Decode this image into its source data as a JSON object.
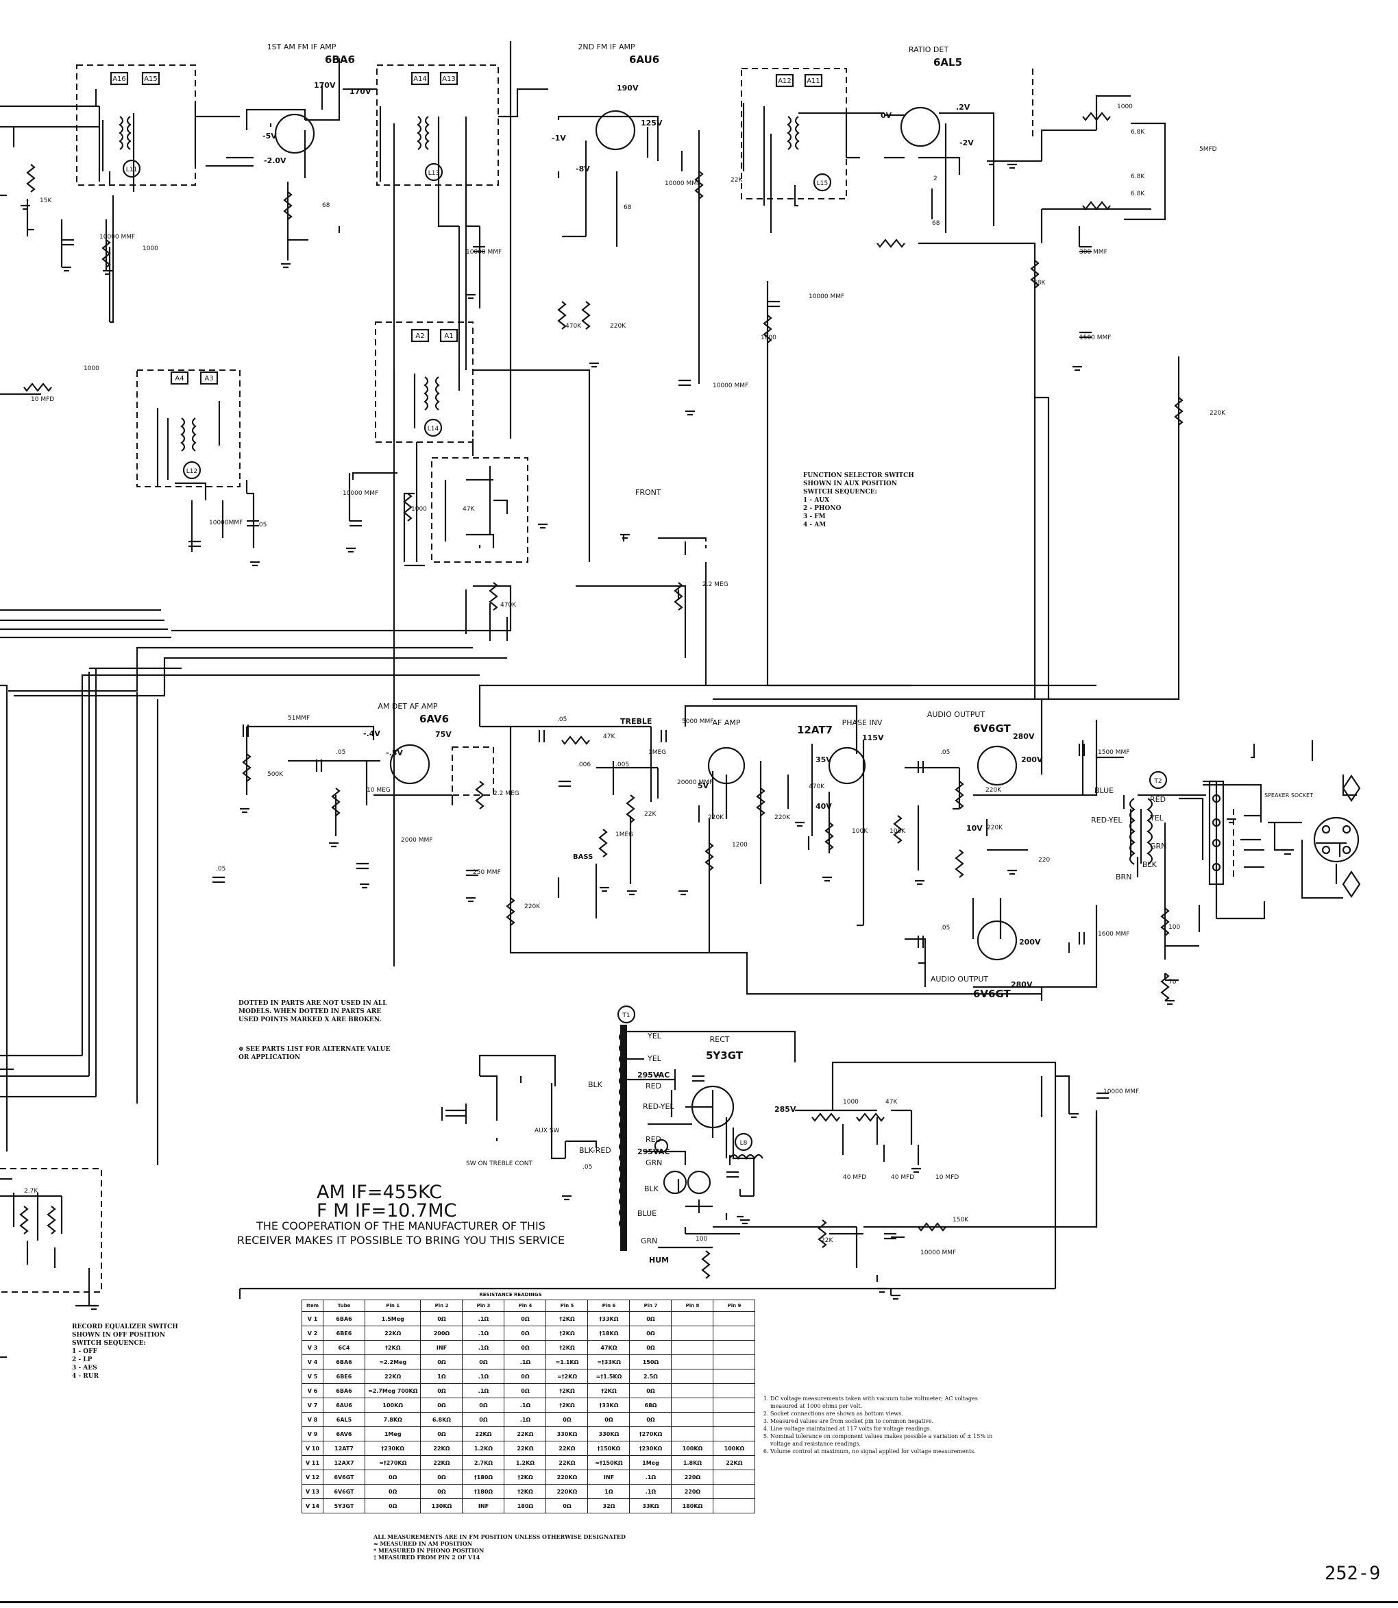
{
  "tubes": [
    {
      "id": "V6",
      "label": "1ST AM FM IF AMP",
      "type": "6BA6"
    },
    {
      "id": "V7",
      "label": "2ND FM IF AMP",
      "type": "6AU6"
    },
    {
      "id": "V8",
      "label": "RATIO DET",
      "type": "6AL5"
    },
    {
      "id": "V9",
      "label": "AM DET AF AMP",
      "type": "6AV6"
    },
    {
      "id": "V10",
      "label": "AF AMP",
      "type": "12AT7"
    },
    {
      "id": "V10b",
      "label": "PHASE INV",
      "type": ""
    },
    {
      "id": "V12",
      "label": "AUDIO OUTPUT",
      "type": "6V6GT"
    },
    {
      "id": "V13",
      "label": "AUDIO OUTPUT",
      "type": "6V6GT"
    },
    {
      "id": "V14",
      "label": "RECT",
      "type": "5Y3GT"
    }
  ],
  "transformers": {
    "t_top": [
      "A16",
      "A15",
      "A14",
      "A13",
      "A12",
      "A11"
    ],
    "t_mid": [
      "A4",
      "A3",
      "A2",
      "A1"
    ],
    "coils": [
      "L11",
      "L13",
      "L15",
      "L12",
      "L14",
      "L8",
      "T1",
      "T2"
    ]
  },
  "components": {
    "C10": "10000 MMF",
    "C12": "10000 MMF",
    "C31": "10000 MMF",
    "C32": "10000 MMF",
    "C33": "10000 MMF",
    "C34": "10000 MMF",
    "C35": "300 MMF",
    "C36": "1500 MMF",
    "C4": "5MFD",
    "C29": "10000 MMF",
    "C26": "10000MMF",
    "C28": ".05",
    "C38": "51MMF",
    "C39": ".05",
    "C40": "2000 MMF",
    "C41": "250 MMF",
    "C42": ".05",
    "C43": ".006",
    "C44": ".005",
    "C45": "5000 MMF",
    "C46": "20000 MMF",
    "C47": ".05",
    "C48": ".05",
    "C49": "1500 MMF",
    "C50": "1600 MMF",
    "C52": "10000 MMF",
    "C53": ".05",
    "C54": "10000 MMF",
    "C37": ".05",
    "R10": "15K",
    "R11": "1000",
    "R13": "1000",
    "R21": "68",
    "R25": "68",
    "R26": "22K",
    "R28": "68",
    "R29": "68K",
    "R30": "6.8K",
    "R31": "6.8K",
    "R32": "6.8K",
    "R33": "1000",
    "R34": "220K",
    "R35": "2.2 MEG",
    "R36": "470K",
    "R37": "47K",
    "R22": "1000",
    "R23": "470K",
    "R24": "220K",
    "R27": "1000",
    "R65": "2",
    "R3": "500K",
    "R38": "10 MEG",
    "R39": "2.2 MEG",
    "R40": "220K",
    "R41": "47K",
    "R42": "22K",
    "R43": "220K",
    "R44": "1200",
    "R45": "220K",
    "R46": "470K",
    "R47": "100K",
    "R48": "100K",
    "R55": "220K",
    "R56": "220K",
    "R57": "220",
    "R58": "100",
    "R59": "70",
    "R61": "150K",
    "R62": "22K",
    "R63": "47K",
    "R64": "1000",
    "R4": "100",
    "R1": "1MEG",
    "R2": "1MEG",
    "R20": "2.7K",
    "C2": "40 MFD",
    "C1": "40 MFD",
    "C1b": "10 MFD",
    "C3": "10 MFD"
  },
  "voltages": [
    "170V",
    "170V",
    "190V",
    "125V",
    "-5V",
    "-2.0V",
    "-1V",
    "-8V",
    ".2V",
    "-2V",
    "0V",
    "75V",
    "-.4V",
    "-.5V",
    "115V",
    "35V",
    "40V",
    "5V",
    "280V",
    "200V",
    "10V",
    "200V",
    "280V",
    "285V",
    "295VAC",
    "295VAC"
  ],
  "labels": {
    "treble": "TREBLE",
    "bass": "BASS",
    "front": "FRONT",
    "hum": "HUM",
    "aux_sw": "AUX SW",
    "sw_treble": "SW ON TREBLE CONT",
    "speaker_socket": "SPEAKER SOCKET",
    "wires_t1": [
      "YEL",
      "YEL",
      "BLK",
      "RED",
      "RED-YEL",
      "RED",
      "GRN",
      "BLK",
      "BLK-RED",
      "BLUE",
      "GRN"
    ],
    "wires_t2": [
      "BLUE",
      "RED",
      "RED-YEL",
      "YEL",
      "GRN",
      "BRN",
      "BLK"
    ]
  },
  "if_notes": {
    "am": "AM IF=455KC",
    "fm": "F M IF=10.7MC"
  },
  "cooperation": "THE COOPERATION OF THE MANUFACTURER OF THIS RECEIVER MAKES IT POSSIBLE TO BRING YOU THIS SERVICE",
  "notes": {
    "dotted": "DOTTED IN PARTS ARE NOT USED IN ALL MODELS. WHEN DOTTED IN PARTS ARE USED POINTS MARKED X ARE BROKEN.",
    "alternate": "⊕ SEE PARTS LIST FOR ALTERNATE VALUE OR APPLICATION",
    "function_switch": "FUNCTION SELECTOR SWITCH\nSHOWN IN AUX POSITION\nSWITCH SEQUENCE:\n1 - AUX\n2 - PHONO\n3 - FM\n4 - AM",
    "record_switch": "RECORD EQUALIZER SWITCH\nSHOWN IN OFF POSITION\nSWITCH SEQUENCE:\n1 - OFF\n2 - LP\n3 - AES\n4 - RUR",
    "numbered": [
      "DC voltage measurements taken with vacuum tube voltmeter; AC voltages measured at 1000 ohms per volt.",
      "Socket connections are shown as bottom views.",
      "Measured values are from socket pin to common negative.",
      "Line voltage maintained at 117 volts for voltage readings.",
      "Nominal tolerance on component values makes possible a variation of ± 15% in voltage and resistance readings.",
      "Volume control at maximum, no signal applied for voltage measurements."
    ]
  },
  "resistance_table": {
    "title": "RESISTANCE READINGS",
    "headers": [
      "Item",
      "Tube",
      "Pin 1",
      "Pin 2",
      "Pin 3",
      "Pin 4",
      "Pin 5",
      "Pin 6",
      "Pin 7",
      "Pin 8",
      "Pin 9"
    ],
    "rows": [
      [
        "V 1",
        "6BA6",
        "1.5Meg",
        "0Ω",
        ".1Ω",
        "0Ω",
        "†2KΩ",
        "†33KΩ",
        "0Ω",
        "",
        ""
      ],
      [
        "V 2",
        "6BE6",
        "22KΩ",
        "200Ω",
        ".1Ω",
        "0Ω",
        "†2KΩ",
        "†18KΩ",
        "0Ω",
        "",
        ""
      ],
      [
        "V 3",
        "6C4",
        "†2KΩ",
        "INF",
        ".1Ω",
        "0Ω",
        "†2KΩ",
        "47KΩ",
        "0Ω",
        "",
        ""
      ],
      [
        "V 4",
        "6BA6",
        "≈2.2Meg",
        "0Ω",
        "0Ω",
        ".1Ω",
        "≈1.1KΩ",
        "≈†33KΩ",
        "150Ω",
        "",
        ""
      ],
      [
        "V 5",
        "6BE6",
        "22KΩ",
        "1Ω",
        ".1Ω",
        "0Ω",
        "≈†2KΩ",
        "≈†1.5KΩ",
        "2.5Ω",
        "",
        ""
      ],
      [
        "V 6",
        "6BA6",
        "≈2.7Meg 700KΩ",
        "0Ω",
        ".1Ω",
        "0Ω",
        "†2KΩ",
        "†2KΩ",
        "0Ω",
        "",
        ""
      ],
      [
        "V 7",
        "6AU6",
        "100KΩ",
        "0Ω",
        "0Ω",
        ".1Ω",
        "†2KΩ",
        "†33KΩ",
        "68Ω",
        "",
        ""
      ],
      [
        "V 8",
        "6AL5",
        "7.8KΩ",
        "6.8KΩ",
        "0Ω",
        ".1Ω",
        "0Ω",
        "0Ω",
        "0Ω",
        "",
        ""
      ],
      [
        "V 9",
        "6AV6",
        "1Meg",
        "0Ω",
        "22KΩ",
        "22KΩ",
        "330KΩ",
        "330KΩ",
        "†270KΩ",
        "",
        ""
      ],
      [
        "V 10",
        "12AT7",
        "†230KΩ",
        "22KΩ",
        "1.2KΩ",
        "22KΩ",
        "22KΩ",
        "†150KΩ",
        "†230KΩ",
        "100KΩ",
        "100KΩ"
      ],
      [
        "V 11",
        "12AX7",
        "≈†270KΩ",
        "22KΩ",
        "2.7KΩ",
        "1.2KΩ",
        "22KΩ",
        "≈†150KΩ",
        "1Meg",
        "1.8KΩ",
        "22KΩ"
      ],
      [
        "V 12",
        "6V6GT",
        "0Ω",
        "0Ω",
        "†180Ω",
        "†2KΩ",
        "220KΩ",
        "INF",
        ".1Ω",
        "220Ω",
        ""
      ],
      [
        "V 13",
        "6V6GT",
        "0Ω",
        "0Ω",
        "†180Ω",
        "†2KΩ",
        "220KΩ",
        "1Ω",
        ".1Ω",
        "220Ω",
        ""
      ],
      [
        "V 14",
        "5Y3GT",
        "0Ω",
        "130KΩ",
        "INF",
        "180Ω",
        "0Ω",
        "32Ω",
        "33KΩ",
        "180KΩ",
        ""
      ]
    ],
    "footnotes": "ALL MEASUREMENTS ARE IN FM POSITION UNLESS OTHERWISE DESIGNATED\n≈ MEASURED IN AM POSITION\n* MEASURED IN PHONO POSITION\n† MEASURED FROM PIN 2 OF V14"
  },
  "page_code": "252-9"
}
